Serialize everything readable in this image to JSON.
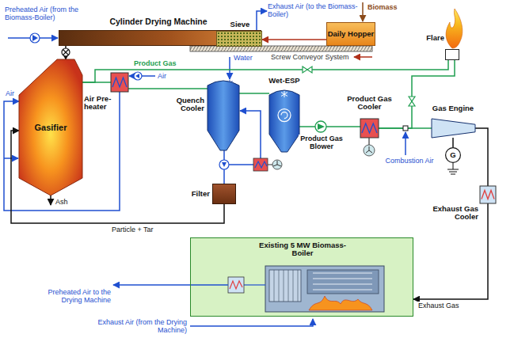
{
  "diagram": {
    "nodes": [
      {
        "text": [
          "Cylinder Drying Machine"
        ]
      },
      {
        "text": [
          "Sieve"
        ],
        "in": 0
      },
      {
        "text": [
          "Daily Hopper"
        ]
      },
      {
        "text": [
          "Flare"
        ]
      },
      {
        "text": [
          "Gasifier"
        ]
      },
      {
        "text": [
          "Air Pre-heater"
        ]
      },
      {
        "text": [
          "Quench Cooler"
        ]
      },
      {
        "text": [
          "Filter"
        ]
      },
      {
        "text": [
          "Wet-ESP"
        ]
      },
      {
        "text": [
          "Product Gas Cooler"
        ]
      },
      {
        "text": [
          "Gas Engine"
        ]
      },
      {
        "text": [
          "G"
        ]
      },
      {
        "text": [
          "Exhaust Gas Cooler"
        ]
      },
      {
        "text": [
          "Existing 5 MW Biomass-Boiler"
        ]
      }
    ],
    "edges": [
      {
        "from": 2,
        "to": 1,
        "arrow": "to"
      },
      {
        "from": 0,
        "to": 4,
        "arrow": "to"
      },
      {
        "from": 4,
        "to": 5,
        "arrow": "none"
      },
      {
        "from": 4,
        "to": 3,
        "label": "Product Gas",
        "arrow": "none"
      },
      {
        "from": 5,
        "to": 6,
        "arrow": "none"
      },
      {
        "from": 5,
        "to": 4,
        "arrow": "to"
      },
      {
        "from": 6,
        "to": 8,
        "arrow": "none"
      },
      {
        "from": 6,
        "to": 7,
        "arrow": "none"
      },
      {
        "from": 7,
        "to": 4,
        "label": "Particle + Tar",
        "arrow": "to"
      },
      {
        "from": 8,
        "to": 9,
        "label": "Product Gas Blower",
        "arrow": "none"
      },
      {
        "from": 9,
        "to": 3,
        "arrow": "none"
      },
      {
        "from": 9,
        "to": 10,
        "arrow": "none"
      },
      {
        "from": 10,
        "to": 11,
        "arrow": "none"
      },
      {
        "from": 10,
        "to": 12,
        "arrow": "none"
      },
      {
        "from": 12,
        "to": 13,
        "label": "Exhaust Gas",
        "arrow": "to"
      }
    ],
    "labels": [
      "Preheated Air (from the Biomass-Boiler)",
      "Exhaust Air (to the Biomass-Boiler)",
      "Biomass",
      "Screw Conveyor System",
      "Air",
      "Air",
      "Ash",
      "Water",
      "Combustion Air",
      "Preheated Air to the Drying Machine",
      "Exhaust Air (from the Drying Machine)"
    ]
  }
}
